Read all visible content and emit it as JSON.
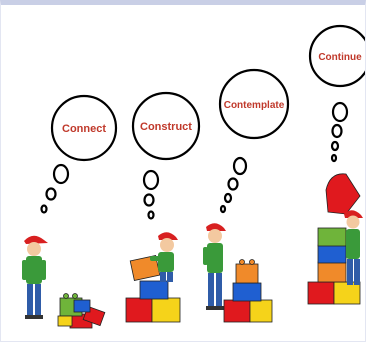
{
  "stages": [
    {
      "label": "Connect"
    },
    {
      "label": "Construct"
    },
    {
      "label": "Contemplate"
    },
    {
      "label": "Continue"
    }
  ],
  "colors": {
    "label_text": "#c0392b",
    "brick_red": "#e0191e",
    "brick_blue": "#1f5fd1",
    "brick_green": "#6fb43a",
    "brick_yellow": "#f5d31a",
    "brick_orange": "#f08a2a",
    "shirt_green": "#3a9a3a",
    "jeans_blue": "#2f5ca8",
    "cap_red": "#d82020",
    "skin": "#f3c9a0"
  }
}
